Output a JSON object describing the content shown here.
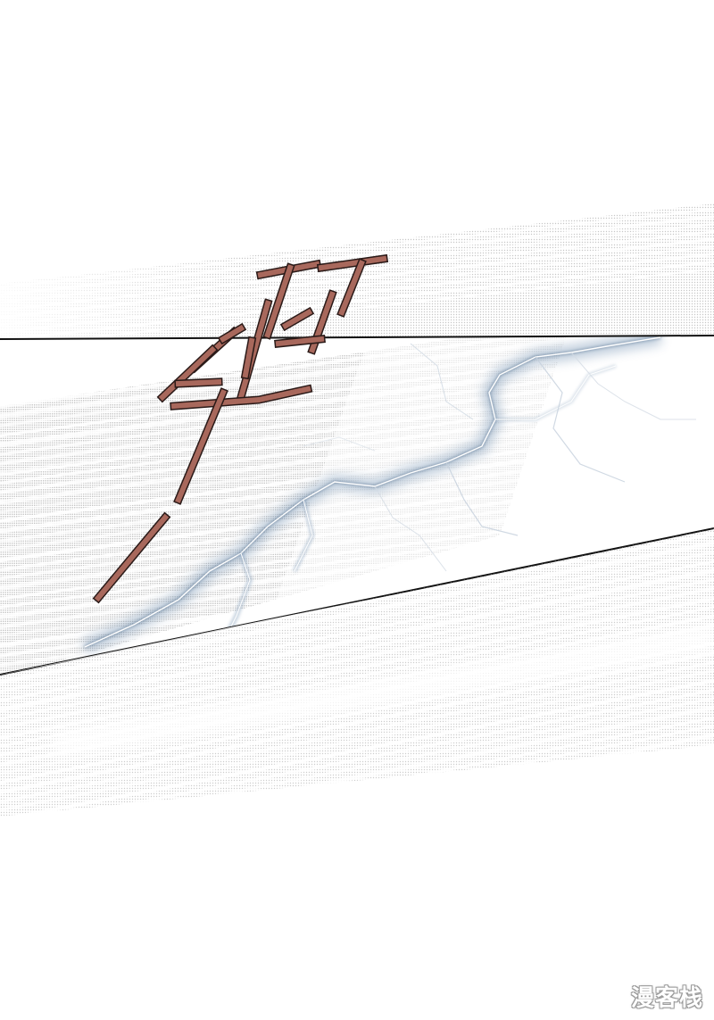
{
  "page": {
    "type": "manga-panel"
  },
  "sound_effect": {
    "text": "碎",
    "color": "#a8685c",
    "outline_color": "#2a1a18"
  },
  "watermark": {
    "text": "漫客栈"
  },
  "colors": {
    "speed_lines": "#8f8f8f",
    "lightning_glow": "#6f8fb0",
    "panel_border": "#111111",
    "background": "#ffffff"
  }
}
